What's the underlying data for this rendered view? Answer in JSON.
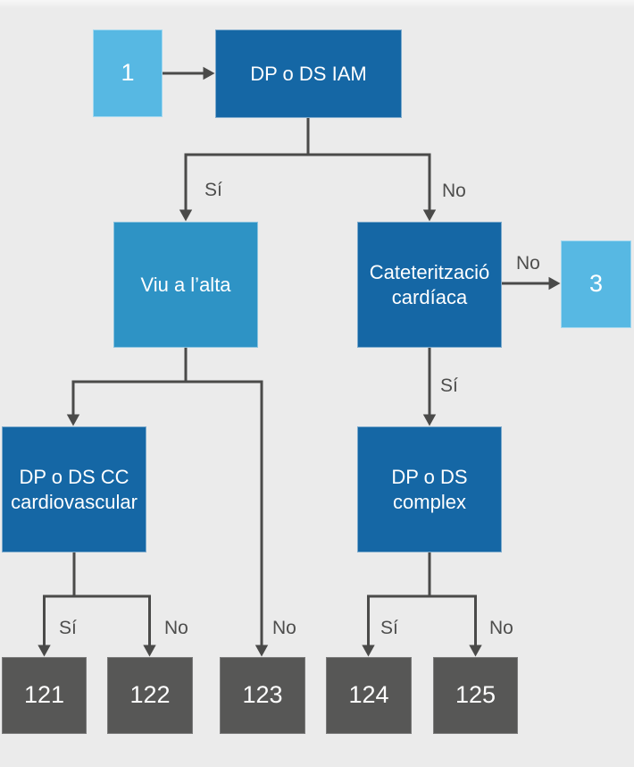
{
  "diagram": {
    "nodes": {
      "start": {
        "label": "1"
      },
      "iam": {
        "label": "DP o DS IAM"
      },
      "viu": {
        "label": "Viu a l’alta"
      },
      "cat": {
        "label": "Cateterització\ncardíaca"
      },
      "exit3": {
        "label": "3"
      },
      "cc": {
        "label": "DP o DS CC\ncardiovascular"
      },
      "complex": {
        "label": "DP o DS\ncomplex"
      },
      "r121": {
        "label": "121"
      },
      "r122": {
        "label": "122"
      },
      "r123": {
        "label": "123"
      },
      "r124": {
        "label": "124"
      },
      "r125": {
        "label": "125"
      }
    },
    "edge_labels": {
      "iam_si": "Sí",
      "iam_no": "No",
      "cat_no": "No",
      "cat_si": "Sí",
      "viu_no": "No",
      "cc_si": "Sí",
      "cc_no": "No",
      "complex_si": "Sí",
      "complex_no": "No"
    },
    "colors": {
      "background": "#ebebeb",
      "dark_blue": "#1567a5",
      "medium_blue": "#2e93c5",
      "light_blue": "#57b8e3",
      "dark_gray": "#575756",
      "line": "#4a4a49",
      "edge_label_text": "#4d4d4c",
      "node_text": "#ffffff"
    }
  }
}
